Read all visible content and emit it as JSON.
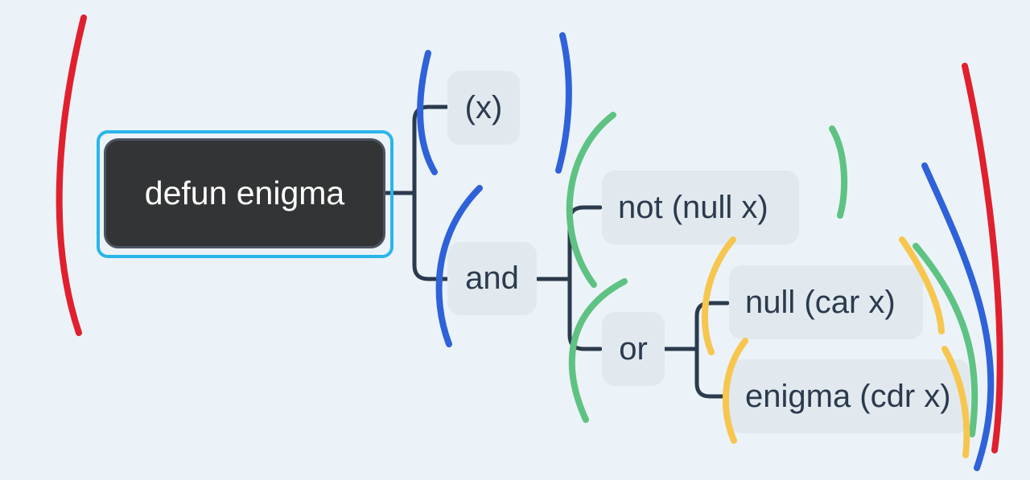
{
  "root": {
    "label": "defun enigma"
  },
  "nodes": {
    "param": "(x)",
    "and": "and",
    "not_null": "not (null x)",
    "or": "or",
    "null_car": "null (car x)",
    "enigma_cdr": "enigma (cdr x)"
  },
  "colors": {
    "background": "#ebf3f8",
    "root_fill": "#333435",
    "root_outline": "#2ab5ea",
    "node_fill": "#e1e9ef",
    "node_text": "#2b3a4c",
    "connector": "#2b3a4c",
    "paren_red": "#e0202e",
    "paren_blue": "#2f62d8",
    "paren_green": "#5ec283",
    "paren_yellow": "#f7c64f"
  }
}
